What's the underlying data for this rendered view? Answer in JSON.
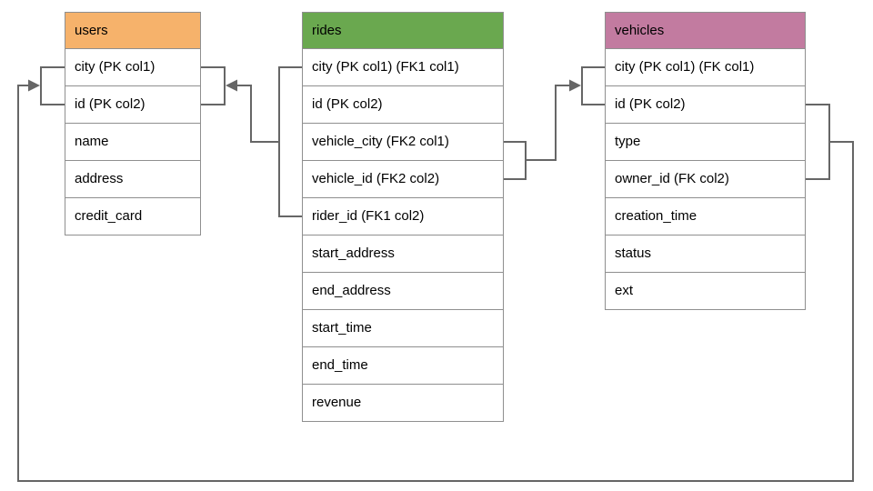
{
  "diagram": {
    "background_color": "#ffffff",
    "line_color": "#666666",
    "border_color": "#8f8f8f",
    "text_color": "#000000",
    "tables": [
      {
        "id": "users",
        "title": "users",
        "header_color": "#f6b26b",
        "rows": [
          "city (PK col1)",
          "id (PK col2)",
          "name",
          "address",
          "credit_card"
        ]
      },
      {
        "id": "rides",
        "title": "rides",
        "header_color": "#6aa84f",
        "rows": [
          "city (PK col1) (FK1 col1)",
          "id (PK col2)",
          "vehicle_city (FK2 col1)",
          "vehicle_id (FK2 col2)",
          "rider_id (FK1 col2)",
          "start_address",
          "end_address",
          "start_time",
          "end_time",
          "revenue"
        ]
      },
      {
        "id": "vehicles",
        "title": "vehicles",
        "header_color": "#c27ba0",
        "rows": [
          "city (PK col1) (FK col1)",
          "id (PK col2)",
          "type",
          "owner_id (FK col2)",
          "creation_time",
          "status",
          "ext"
        ]
      }
    ],
    "relationships": [
      {
        "name": "rides-fk1-to-users-pk",
        "from": "rides",
        "from_fields": [
          "city",
          "rider_id"
        ],
        "to": "users",
        "to_fields": [
          "city",
          "id"
        ]
      },
      {
        "name": "rides-fk2-to-vehicles-pk",
        "from": "rides",
        "from_fields": [
          "vehicle_city",
          "vehicle_id"
        ],
        "to": "vehicles",
        "to_fields": [
          "city",
          "id"
        ]
      },
      {
        "name": "vehicles-fk-to-users-pk",
        "from": "vehicles",
        "from_fields": [
          "city",
          "owner_id"
        ],
        "to": "users",
        "to_fields": [
          "city",
          "id"
        ]
      }
    ]
  }
}
